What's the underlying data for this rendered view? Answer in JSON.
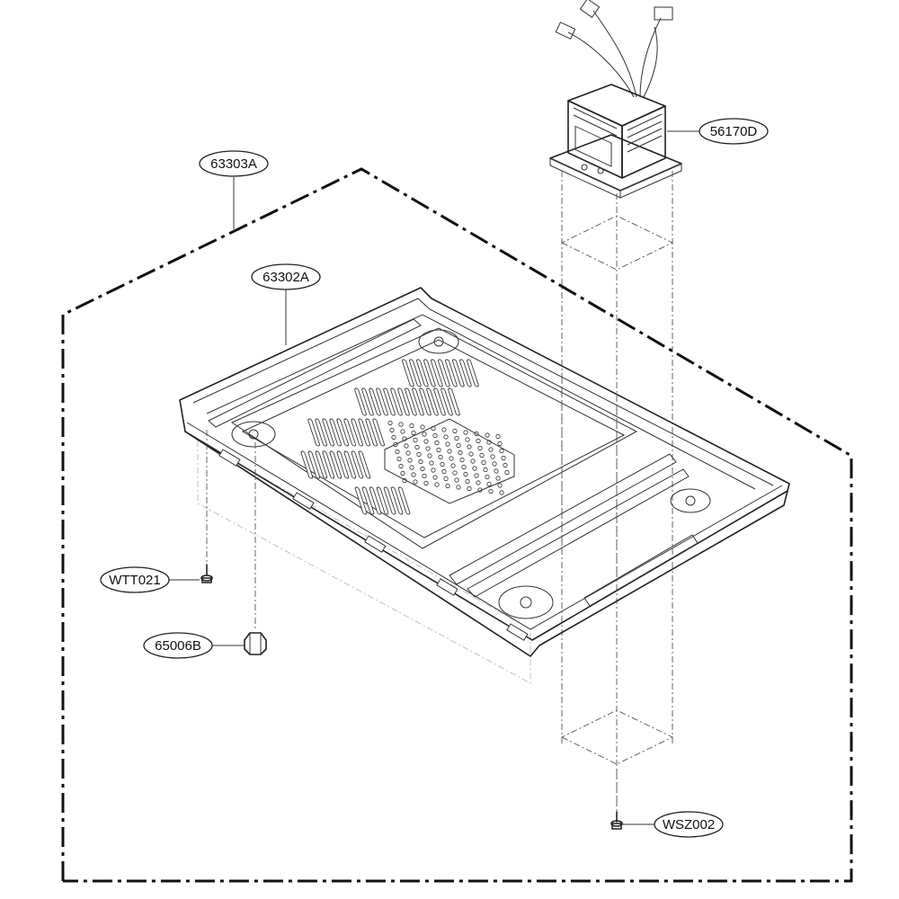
{
  "callouts": {
    "outer_cover": "63303A",
    "base_plate": "63302A",
    "transformer": "56170D",
    "screw_small": "WTT021",
    "foot": "65006B",
    "screw_long": "WSZ002"
  },
  "colors": {
    "line": "#222222",
    "background": "#ffffff"
  }
}
